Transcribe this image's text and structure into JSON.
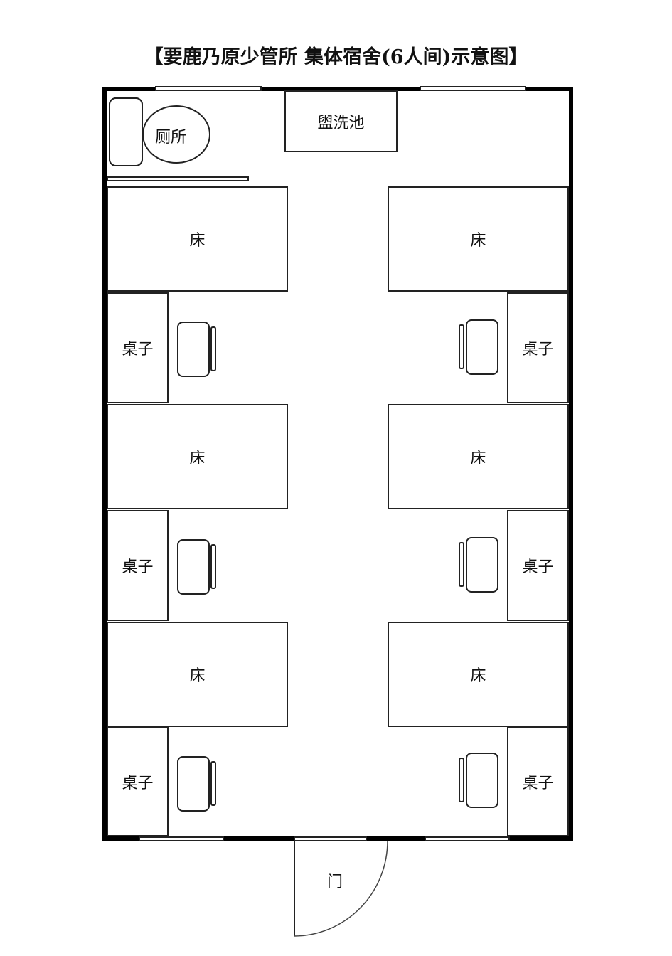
{
  "title": "【要鹿乃原少管所 集体宿舍(6人间)示意图】",
  "rooms": {
    "toilet": "厕所",
    "sink": "盥洗池",
    "door": "门"
  },
  "beds": [
    {
      "label": "床",
      "side": "left"
    },
    {
      "label": "床",
      "side": "right"
    },
    {
      "label": "床",
      "side": "left"
    },
    {
      "label": "床",
      "side": "right"
    },
    {
      "label": "床",
      "side": "left"
    },
    {
      "label": "床",
      "side": "right"
    }
  ],
  "desks": [
    {
      "label": "桌子",
      "side": "left"
    },
    {
      "label": "桌子",
      "side": "right"
    },
    {
      "label": "桌子",
      "side": "left"
    },
    {
      "label": "桌子",
      "side": "right"
    },
    {
      "label": "桌子",
      "side": "left"
    },
    {
      "label": "桌子",
      "side": "right"
    }
  ],
  "colors": {
    "line": "#222222",
    "wall": "#000000",
    "background": "#ffffff"
  }
}
